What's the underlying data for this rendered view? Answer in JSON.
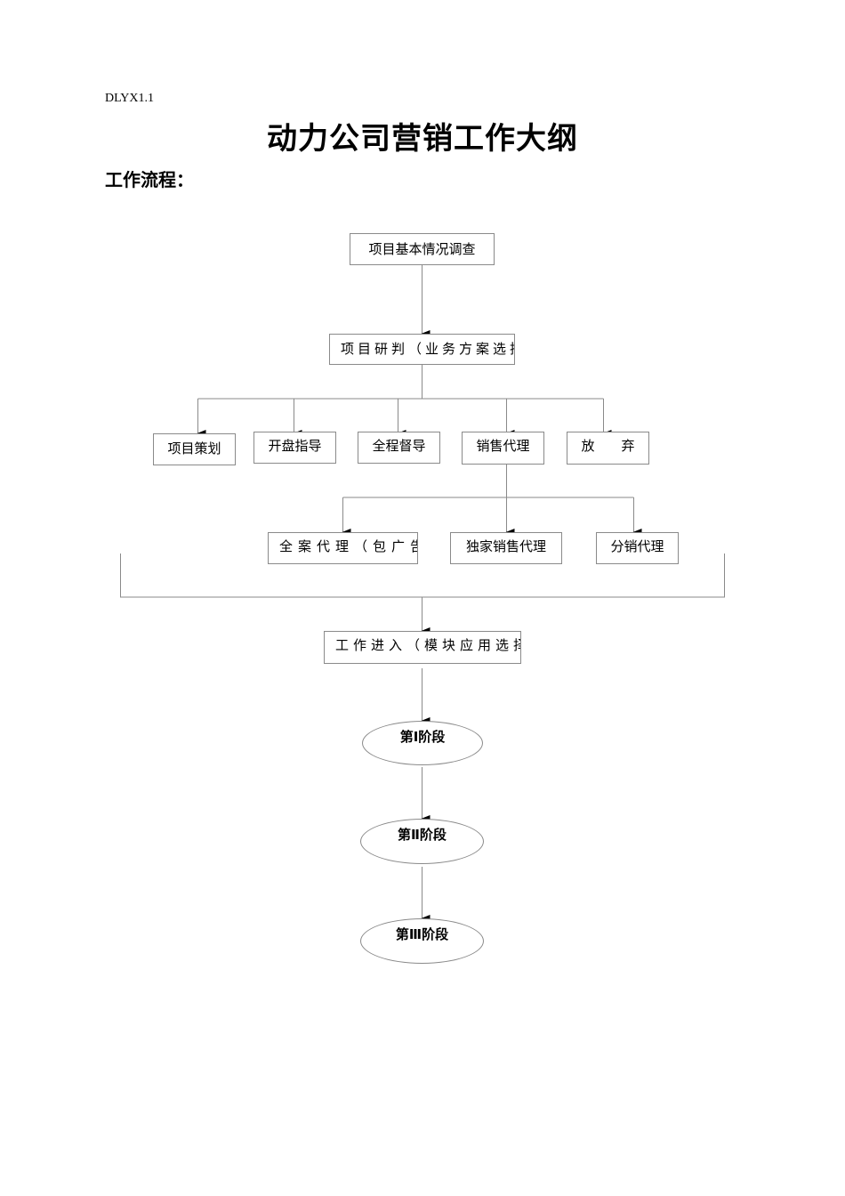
{
  "document": {
    "code": "DLYX1.1",
    "title": "动力公司营销工作大纲",
    "section_heading": "工作流程："
  },
  "flowchart": {
    "survey": "项目基本情况调查",
    "research": "项目研判（业务方案选择）",
    "options": [
      "项目策划",
      "开盘指导",
      "全程督导",
      "销售代理",
      "放　　弃"
    ],
    "agency_types": [
      "全案代理（包广告）",
      "独家销售代理",
      "分销代理"
    ],
    "work_entry": "工作进入（模块应用选择）",
    "stages": [
      "第Ⅰ阶段",
      "第Ⅱ阶段",
      "第Ⅲ阶段"
    ]
  },
  "colors": {
    "line": "#8a8a8a",
    "arrow": "#000000"
  }
}
